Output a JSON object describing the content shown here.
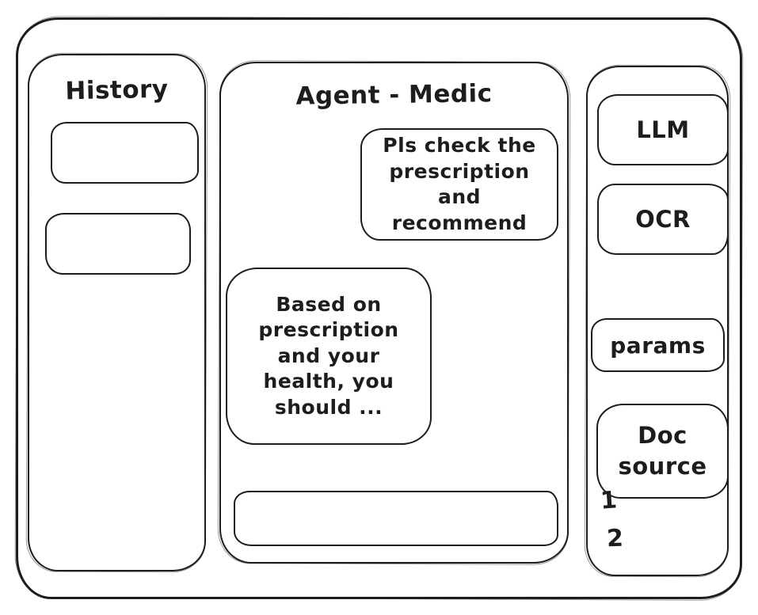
{
  "history_panel": {
    "title": "History",
    "items": [
      {
        "label": ""
      },
      {
        "label": ""
      }
    ]
  },
  "chat_panel": {
    "title": "Agent - Medic",
    "messages": [
      {
        "role": "user",
        "text": "Pls check the prescription and recommend"
      },
      {
        "role": "assistant",
        "text": "Based on prescription and your health, you should ..."
      }
    ],
    "input_value": ""
  },
  "tools_panel": {
    "buttons": [
      {
        "label": "LLM"
      },
      {
        "label": "OCR"
      },
      {
        "label": "params"
      },
      {
        "label": "Doc source"
      }
    ],
    "doc_source_items": [
      {
        "label": "1"
      },
      {
        "label": "2"
      }
    ]
  },
  "colors": {
    "stroke": "#1d1d1d",
    "background": "#ffffff"
  }
}
